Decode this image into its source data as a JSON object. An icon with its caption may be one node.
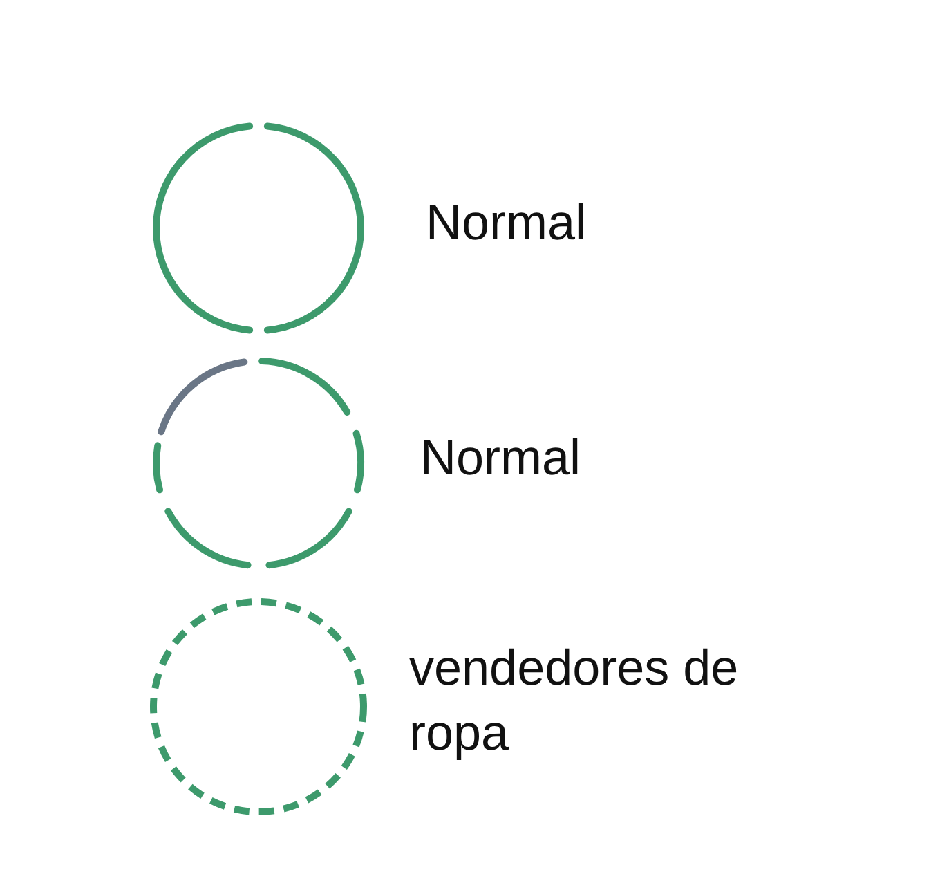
{
  "diagram": {
    "nodes": [
      {
        "text": [],
        "shape": "circle",
        "beside": [
          "Normal"
        ]
      },
      {
        "text": [],
        "shape": "circle",
        "beside": [
          "Normal"
        ]
      },
      {
        "text": [],
        "shape": "circle",
        "beside": [
          "vendedores de ropa"
        ]
      }
    ]
  }
}
